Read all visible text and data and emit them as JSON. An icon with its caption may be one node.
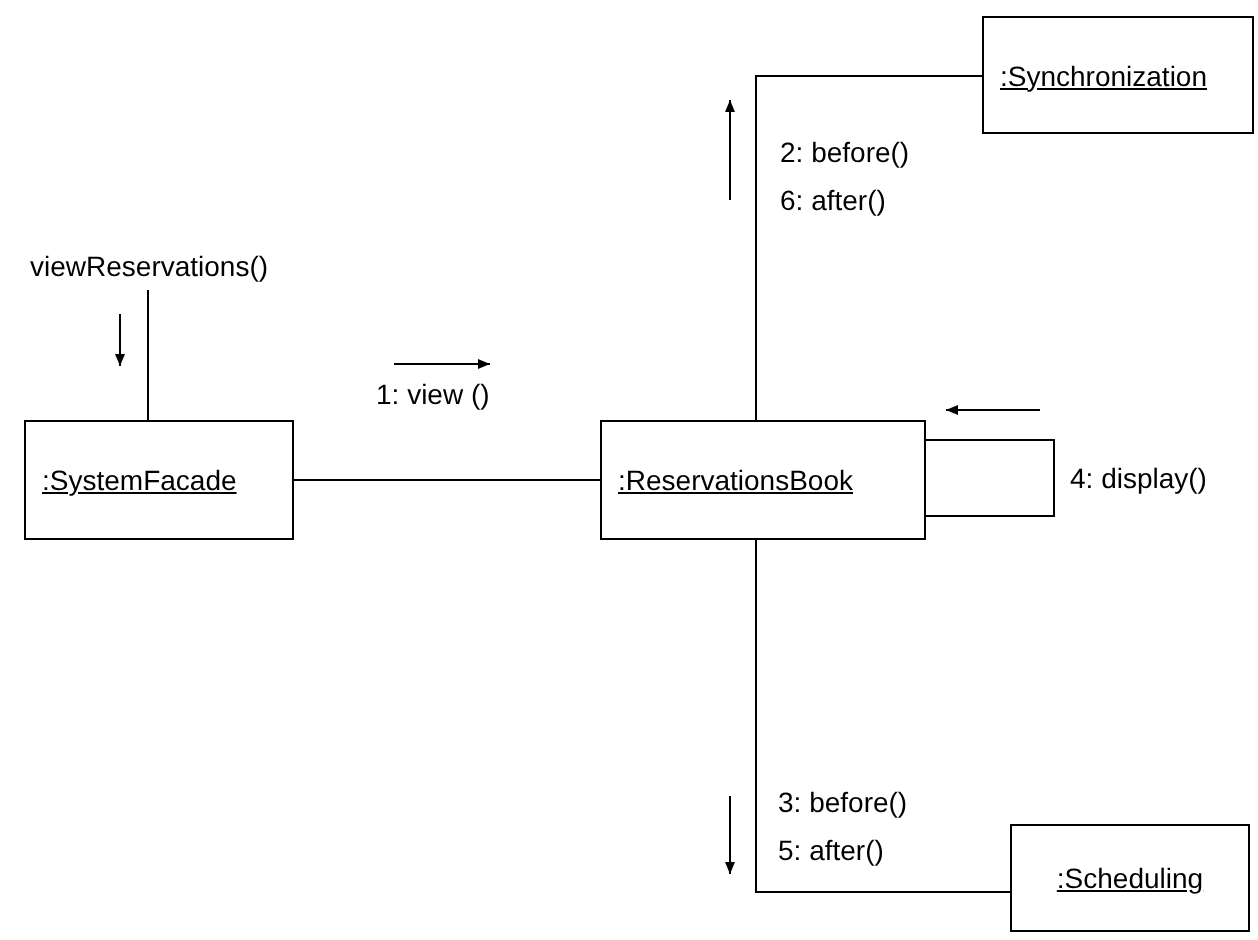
{
  "diagram": {
    "nodes": [
      {
        "text": [
          ":SystemFacade"
        ]
      },
      {
        "text": [
          ":ReservationsBook"
        ]
      },
      {
        "text": [
          ":Synchronization"
        ]
      },
      {
        "text": [
          ":Scheduling"
        ]
      },
      {
        "text": [
          "viewReservations()"
        ]
      }
    ],
    "edges": [
      {
        "from": 4,
        "to": 0,
        "arrow": "none"
      },
      {
        "from": 0,
        "to": 1,
        "arrow": "none",
        "label": "1: view ()"
      },
      {
        "from": 1,
        "to": 2,
        "arrow": "none",
        "label": "2: before() 6: after()"
      },
      {
        "from": 1,
        "to": 1,
        "arrow": "none",
        "label": "4: display()"
      },
      {
        "from": 1,
        "to": 3,
        "arrow": "none",
        "label": "3: before() 5: after()"
      }
    ]
  }
}
